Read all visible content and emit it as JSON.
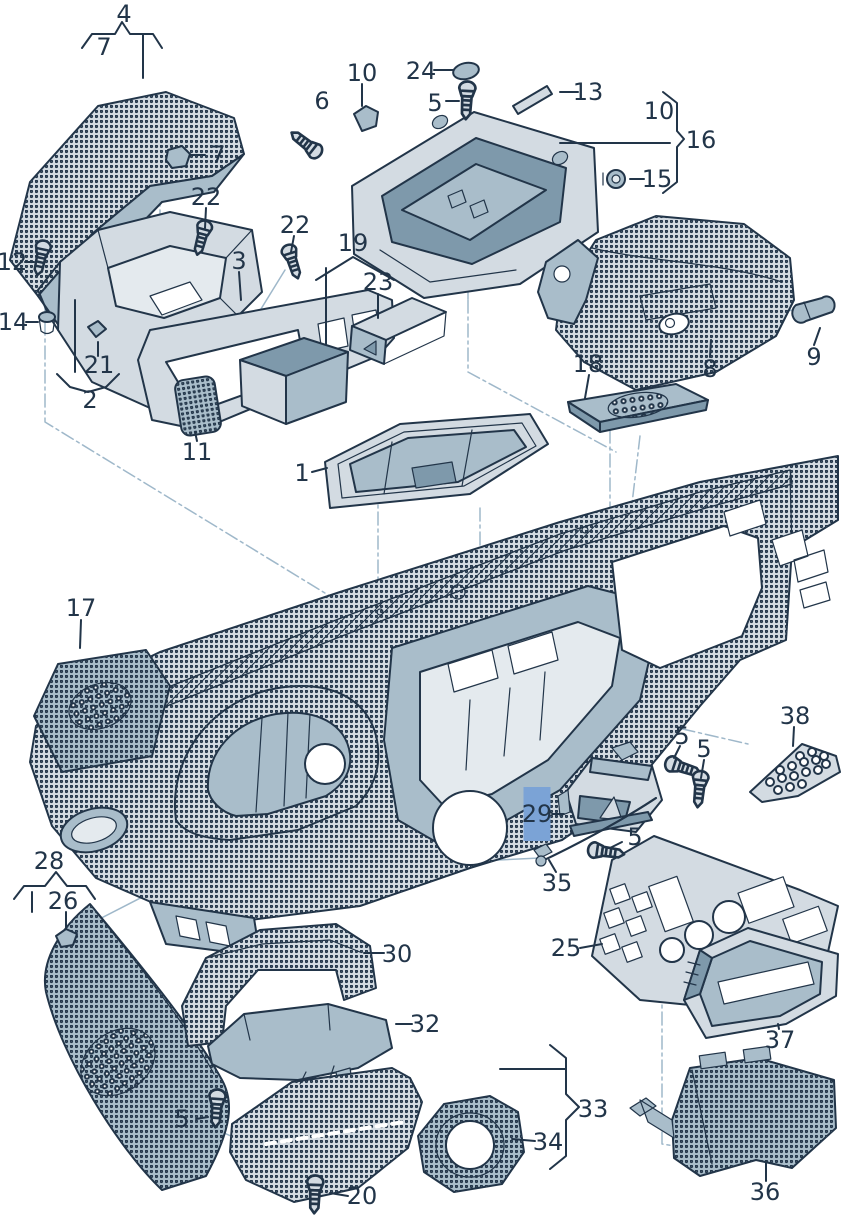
{
  "diagram": {
    "type": "exploded-parts-diagram",
    "background_color": "#ffffff",
    "line_color": "#223549",
    "part_fill_light": "#d3dbe2",
    "part_fill_medium": "#a9bdca",
    "part_fill_dark": "#7e99ab",
    "construction_line_color": "#9fb8ca",
    "highlight_color": "#7ba3d6",
    "highlighted_callout": "29"
  },
  "callouts": [
    {
      "label": "4"
    },
    {
      "label": "7"
    },
    {
      "label": "10"
    },
    {
      "label": "24"
    },
    {
      "label": "6"
    },
    {
      "label": "5"
    },
    {
      "label": "13"
    },
    {
      "label": "10"
    },
    {
      "label": "16"
    },
    {
      "label": "7"
    },
    {
      "label": "15"
    },
    {
      "label": "22"
    },
    {
      "label": "22"
    },
    {
      "label": "3"
    },
    {
      "label": "12"
    },
    {
      "label": "19"
    },
    {
      "label": "23"
    },
    {
      "label": "14"
    },
    {
      "label": "18"
    },
    {
      "label": "9"
    },
    {
      "label": "8"
    },
    {
      "label": "21"
    },
    {
      "label": "2"
    },
    {
      "label": "11"
    },
    {
      "label": "1"
    },
    {
      "label": "17"
    },
    {
      "label": "38"
    },
    {
      "label": "5"
    },
    {
      "label": "5"
    },
    {
      "label": "29",
      "highlighted": true
    },
    {
      "label": "5"
    },
    {
      "label": "35"
    },
    {
      "label": "28"
    },
    {
      "label": "26"
    },
    {
      "label": "25"
    },
    {
      "label": "30"
    },
    {
      "label": "32"
    },
    {
      "label": "37"
    },
    {
      "label": "5"
    },
    {
      "label": "33"
    },
    {
      "label": "34"
    },
    {
      "label": "36"
    },
    {
      "label": "20"
    }
  ]
}
